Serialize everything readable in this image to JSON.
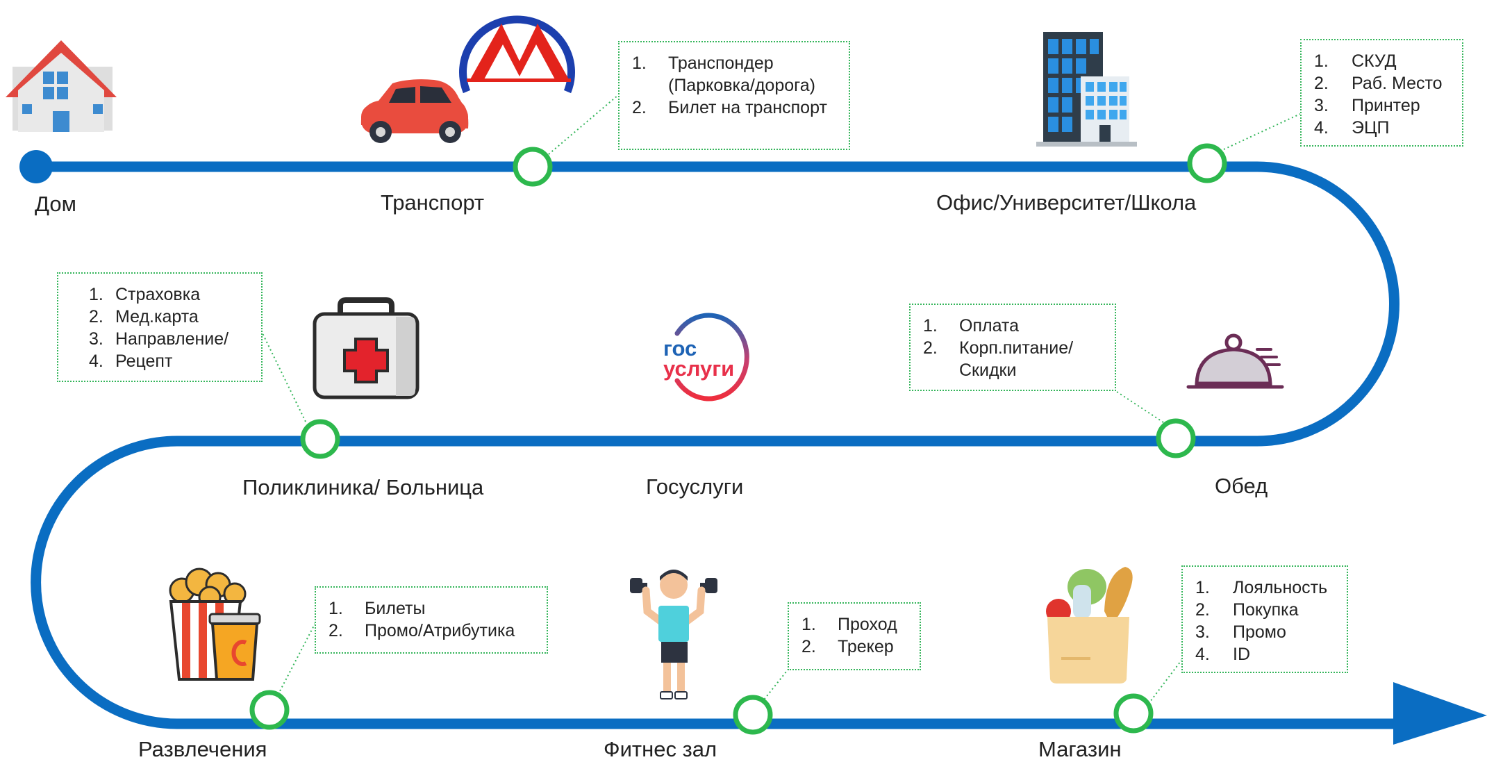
{
  "stops": {
    "home": "Дом",
    "transport": "Транспорт",
    "office": "Офис/Университет/Школа",
    "clinic": "Поликлиника/ Больница",
    "gosuslugi": "Госуслуги",
    "lunch": "Обед",
    "entertainment": "Развлечения",
    "fitness": "Фитнес зал",
    "shop": "Магазин"
  },
  "callouts": {
    "transport": [
      {
        "n": "1.",
        "text": "Транспондер (Парковка/дорога)"
      },
      {
        "n": "2.",
        "text": "Билет на транспорт"
      }
    ],
    "office": [
      {
        "n": "1.",
        "text": "СКУД"
      },
      {
        "n": "2.",
        "text": "Раб. Место"
      },
      {
        "n": "3.",
        "text": "Принтер"
      },
      {
        "n": "4.",
        "text": "ЭЦП"
      }
    ],
    "clinic": [
      {
        "n": "1.",
        "text": "Страховка"
      },
      {
        "n": "2.",
        "text": "Мед.карта"
      },
      {
        "n": "3.",
        "text": "Направление/"
      },
      {
        "n": "4.",
        "text": "Рецепт"
      }
    ],
    "lunch": [
      {
        "n": "1.",
        "text": "Оплата"
      },
      {
        "n": "2.",
        "text": "Корп.питание/ Скидки"
      }
    ],
    "entertainment": [
      {
        "n": "1.",
        "text": "Билеты"
      },
      {
        "n": "2.",
        "text": "Промо/Атрибутика"
      }
    ],
    "fitness": [
      {
        "n": "1.",
        "text": "Проход"
      },
      {
        "n": "2.",
        "text": "Трекер"
      }
    ],
    "shop": [
      {
        "n": "1.",
        "text": "Лояльность"
      },
      {
        "n": "2.",
        "text": "Покупка"
      },
      {
        "n": "3.",
        "text": "Промо"
      },
      {
        "n": "4.",
        "text": "ID"
      }
    ]
  },
  "logos": {
    "metro_letter": "М",
    "gosuslugi_top": "гос",
    "gosuslugi_bottom": "услуги"
  },
  "colors": {
    "route": "#0a6dc2",
    "stop_ring": "#2db84d",
    "callout_border": "#34b55a",
    "metro_red": "#e3231b",
    "metro_blue": "#1c3fae"
  },
  "icons": [
    "house-icon",
    "car-icon",
    "metro-logo-icon",
    "office-building-icon",
    "first-aid-kit-icon",
    "gosuslugi-logo-icon",
    "cloche-icon",
    "popcorn-icon",
    "athlete-icon",
    "grocery-bag-icon"
  ]
}
